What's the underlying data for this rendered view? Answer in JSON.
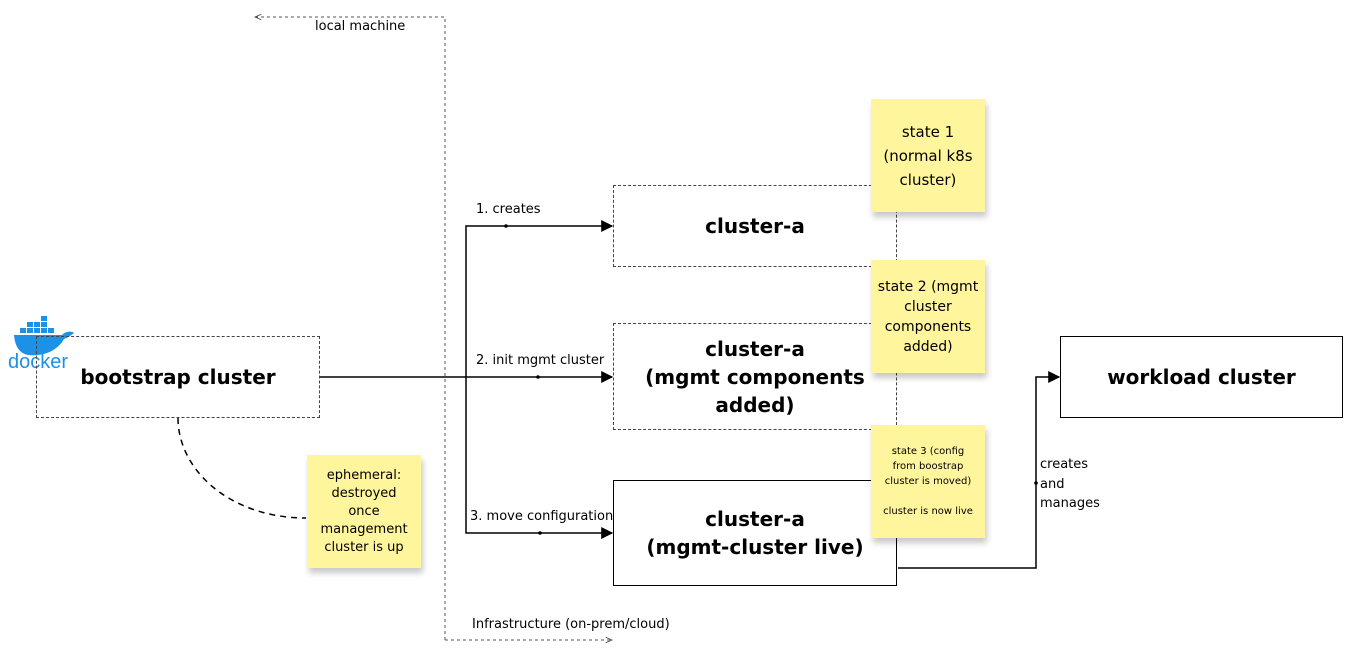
{
  "labels": {
    "local_machine": "local machine",
    "infrastructure": "Infrastructure (on-prem/cloud)",
    "creates": "1. creates",
    "init": "2. init mgmt cluster",
    "move": "3. move configuration",
    "creates_manages": "creates\nand\nmanages"
  },
  "nodes": {
    "bootstrap": "bootstrap cluster",
    "cluster_a1": "cluster-a",
    "cluster_a2": "cluster-a\n(mgmt components\nadded)",
    "cluster_a3": "cluster-a\n(mgmt-cluster live)",
    "workload": "workload cluster"
  },
  "notes": {
    "state1": "state 1\n(normal k8s\ncluster)",
    "state2": "state 2 (mgmt\ncluster\ncomponents\nadded)",
    "state3": "state 3 (config\nfrom boostrap\ncluster is moved)\n\ncluster is now live",
    "ephemeral": "ephemeral:\ndestroyed\nonce\nmanagement\ncluster is up"
  },
  "logo": {
    "icon": "docker-whale-icon",
    "text": "docker",
    "color": "#1d91e6"
  }
}
